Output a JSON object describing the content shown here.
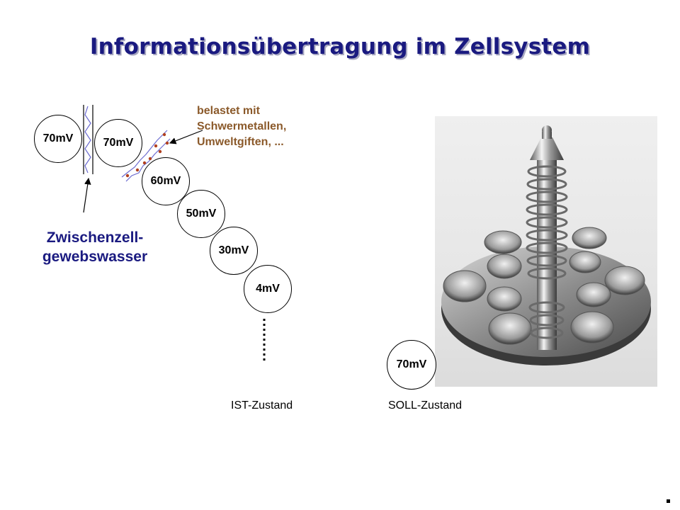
{
  "title": "Informationsübertragung im Zellsystem",
  "cells": [
    {
      "label": "70mV"
    },
    {
      "label": "70mV"
    },
    {
      "label": "60mV"
    },
    {
      "label": "50mV"
    },
    {
      "label": "30mV"
    },
    {
      "label": "4mV"
    },
    {
      "label": "70mV"
    }
  ],
  "annotations": {
    "pollutant": [
      "belastet mit",
      "Schwermetallen,",
      "Umweltgiften, ..."
    ],
    "fluid": [
      "Zwischenzell-",
      "gewebswasser"
    ]
  },
  "states": {
    "ist": "IST-Zustand",
    "soll": "SOLL-Zustand"
  },
  "colors": {
    "title": "#1a1a80",
    "annotation_brown": "#8b5a2b",
    "label_blue": "#1a1a80"
  }
}
